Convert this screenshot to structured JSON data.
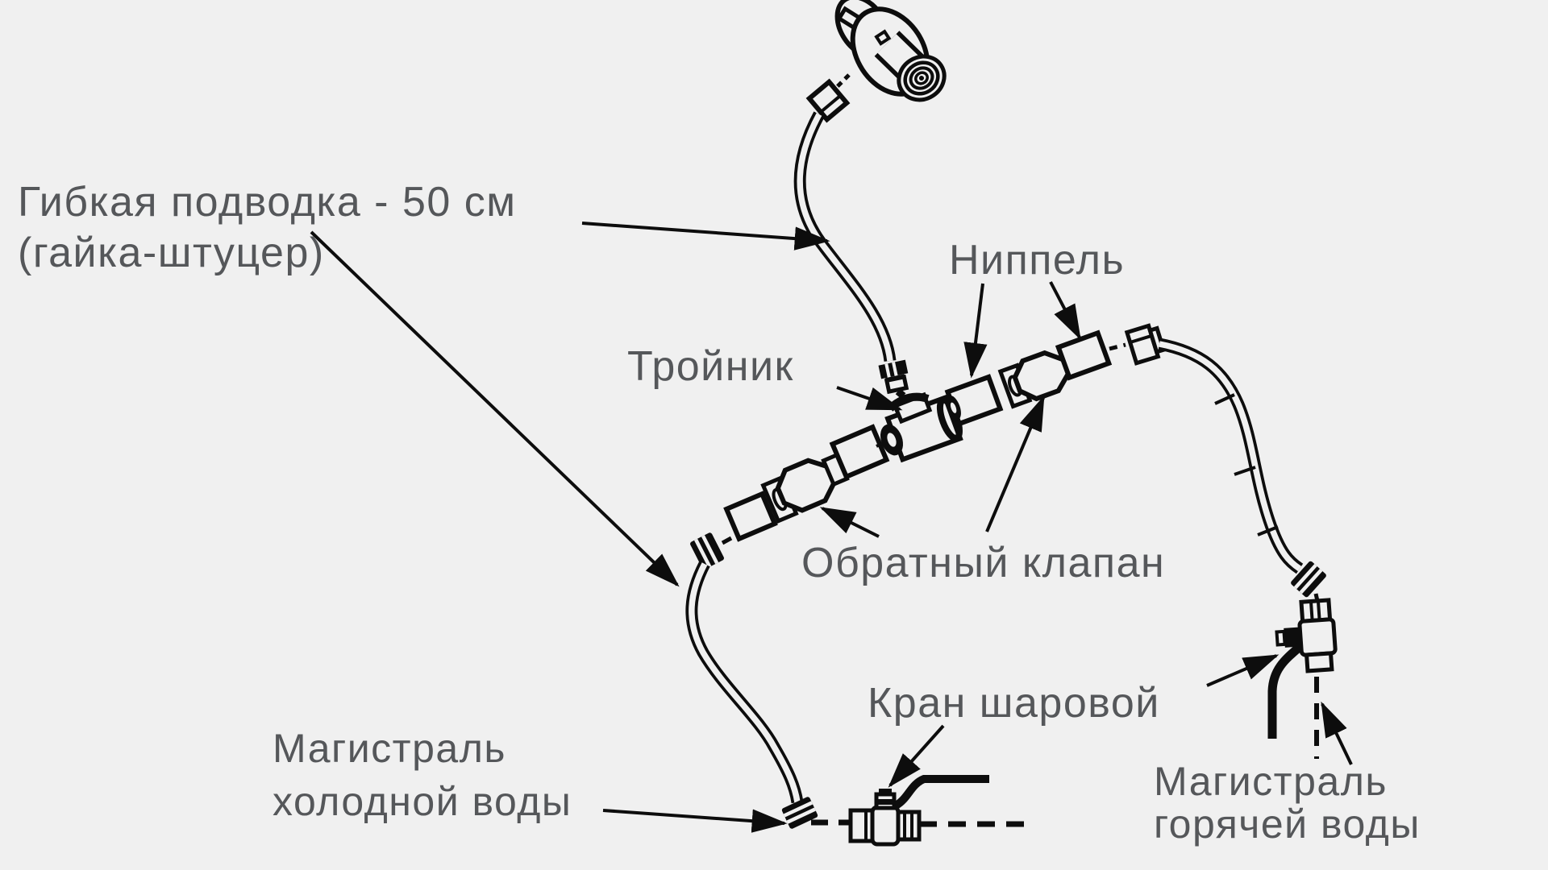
{
  "canvas": {
    "background": "#f0f0f0",
    "line_color": "#0d0d0d",
    "label_color": "#55575a"
  },
  "labels": {
    "flex_hose": {
      "text": "Гибкая подводка - 50 см\n(гайка-штуцер)"
    },
    "tee": {
      "text": "Тройник"
    },
    "nipple": {
      "text": "Ниппель"
    },
    "check_valve": {
      "text": "Обратный клапан"
    },
    "ball_valve": {
      "text": "Кран шаровой"
    },
    "cold_main": {
      "text": "Магистраль\nхолодной воды"
    },
    "hot_main": {
      "text": "Магистраль\nгорячей воды"
    }
  },
  "components": [
    "wall-water-outlet",
    "flexible-hose-top",
    "flexible-hose-cold",
    "flexible-hose-hot",
    "tee-fitting",
    "nipple-fitting-left",
    "nipple-fitting-right",
    "check-valve-left",
    "check-valve-right",
    "ball-valve-cold",
    "ball-valve-hot",
    "cold-water-main-dashed-line",
    "hot-water-main-dashed-line"
  ]
}
